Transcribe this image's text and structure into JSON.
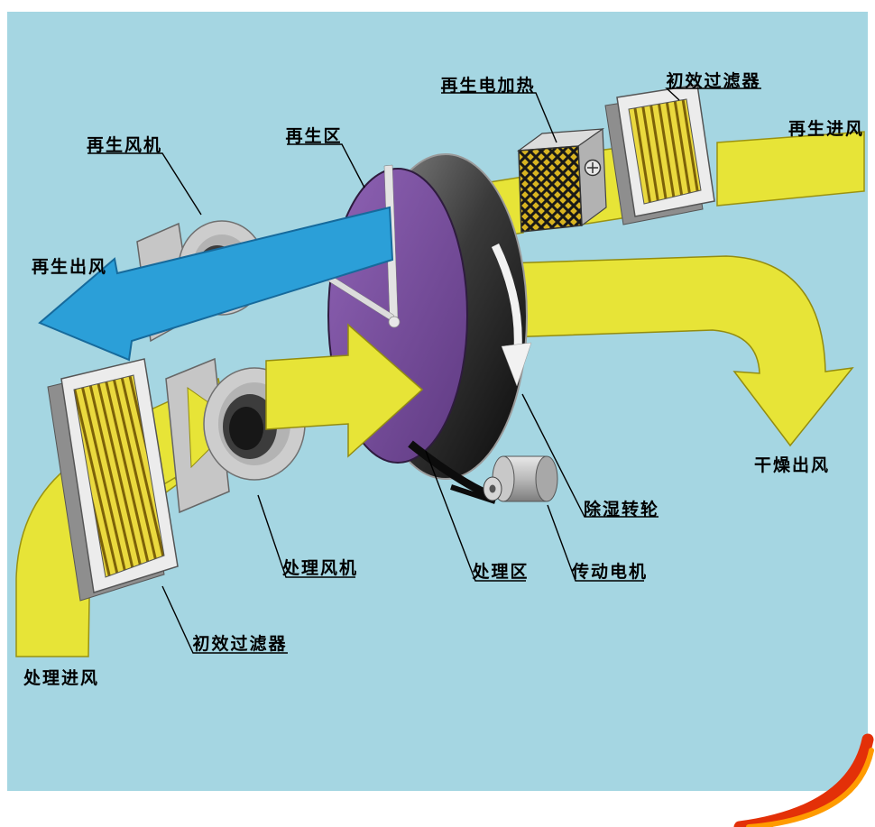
{
  "diagram": {
    "name": "rotary-desiccant-dehumidifier-schematic",
    "callouts": {
      "regen_heater": "再生电加热",
      "filter_top": "初效过滤器",
      "regen_inlet": "再生进风",
      "regen_fan": "再生风机",
      "regen_zone": "再生区",
      "regen_outlet": "再生出风",
      "dry_outlet": "干燥出风",
      "wheel": "除湿转轮",
      "motor": "传动电机",
      "process_zone": "处理区",
      "process_fan": "处理风机",
      "filter_bottom": "初效过滤器",
      "process_inlet": "处理进风"
    },
    "icons": {
      "heater_terminal": "plus-in-circle",
      "wheel_rotation": "curved-down-arrow"
    },
    "colors": {
      "canvas": "#a5d6e2",
      "process_air_yellow": "#e7e437",
      "regen_exhaust_blue": "#2b9fd8",
      "wheel_purple": "#7b4fa0",
      "metal_gray": "#cdcdcd",
      "filter_gold": "#ead93e",
      "accent_red": "#e33008",
      "accent_orange": "#ff9b00",
      "text": "#000000"
    }
  }
}
